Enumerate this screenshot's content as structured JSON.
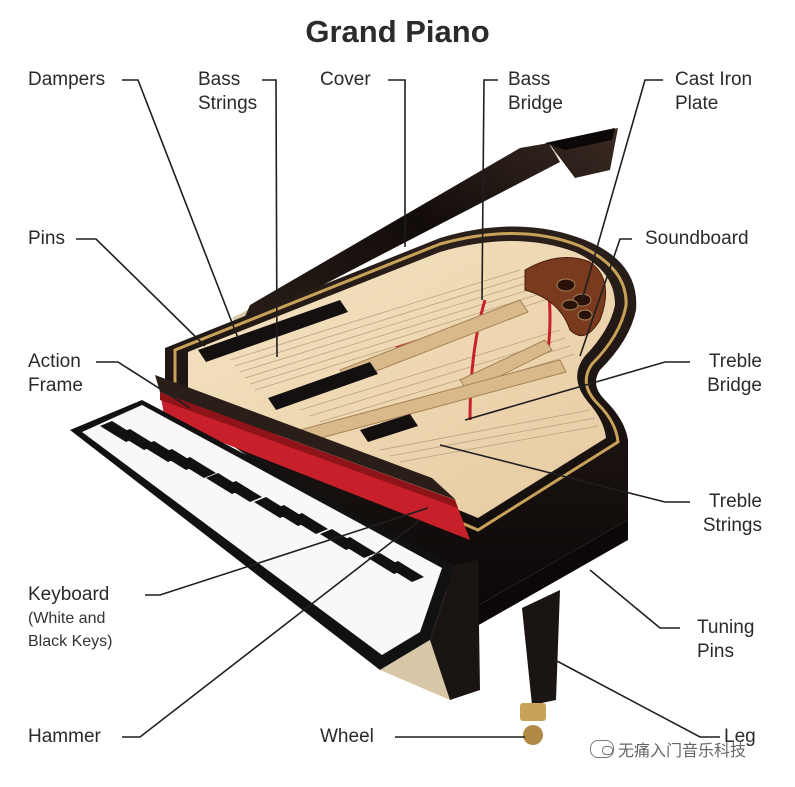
{
  "title": "Grand Piano",
  "labels": {
    "dampers": "Dampers",
    "bass_strings": [
      "Bass",
      "Strings"
    ],
    "cover": "Cover",
    "bass_bridge": [
      "Bass",
      "Bridge"
    ],
    "cast_iron_plate": [
      "Cast Iron",
      "Plate"
    ],
    "pins": "Pins",
    "soundboard": "Soundboard",
    "action_frame": [
      "Action",
      "Frame"
    ],
    "treble_bridge": [
      "Treble",
      "Bridge"
    ],
    "treble_strings": [
      "Treble",
      "Strings"
    ],
    "keyboard": "Keyboard",
    "keyboard_sub": [
      "(White and",
      "Black Keys)"
    ],
    "tuning_pins": [
      "Tuning",
      "Pins"
    ],
    "hammer": "Hammer",
    "wheel": "Wheel",
    "leg": "Leg"
  },
  "watermark": "无痛入门音乐科技",
  "colors": {
    "case": "#1a1412",
    "wood": "#f0d9b5",
    "felt_red": "#c8202a",
    "gold": "#b89a55",
    "leader": "#1f1f1f"
  }
}
